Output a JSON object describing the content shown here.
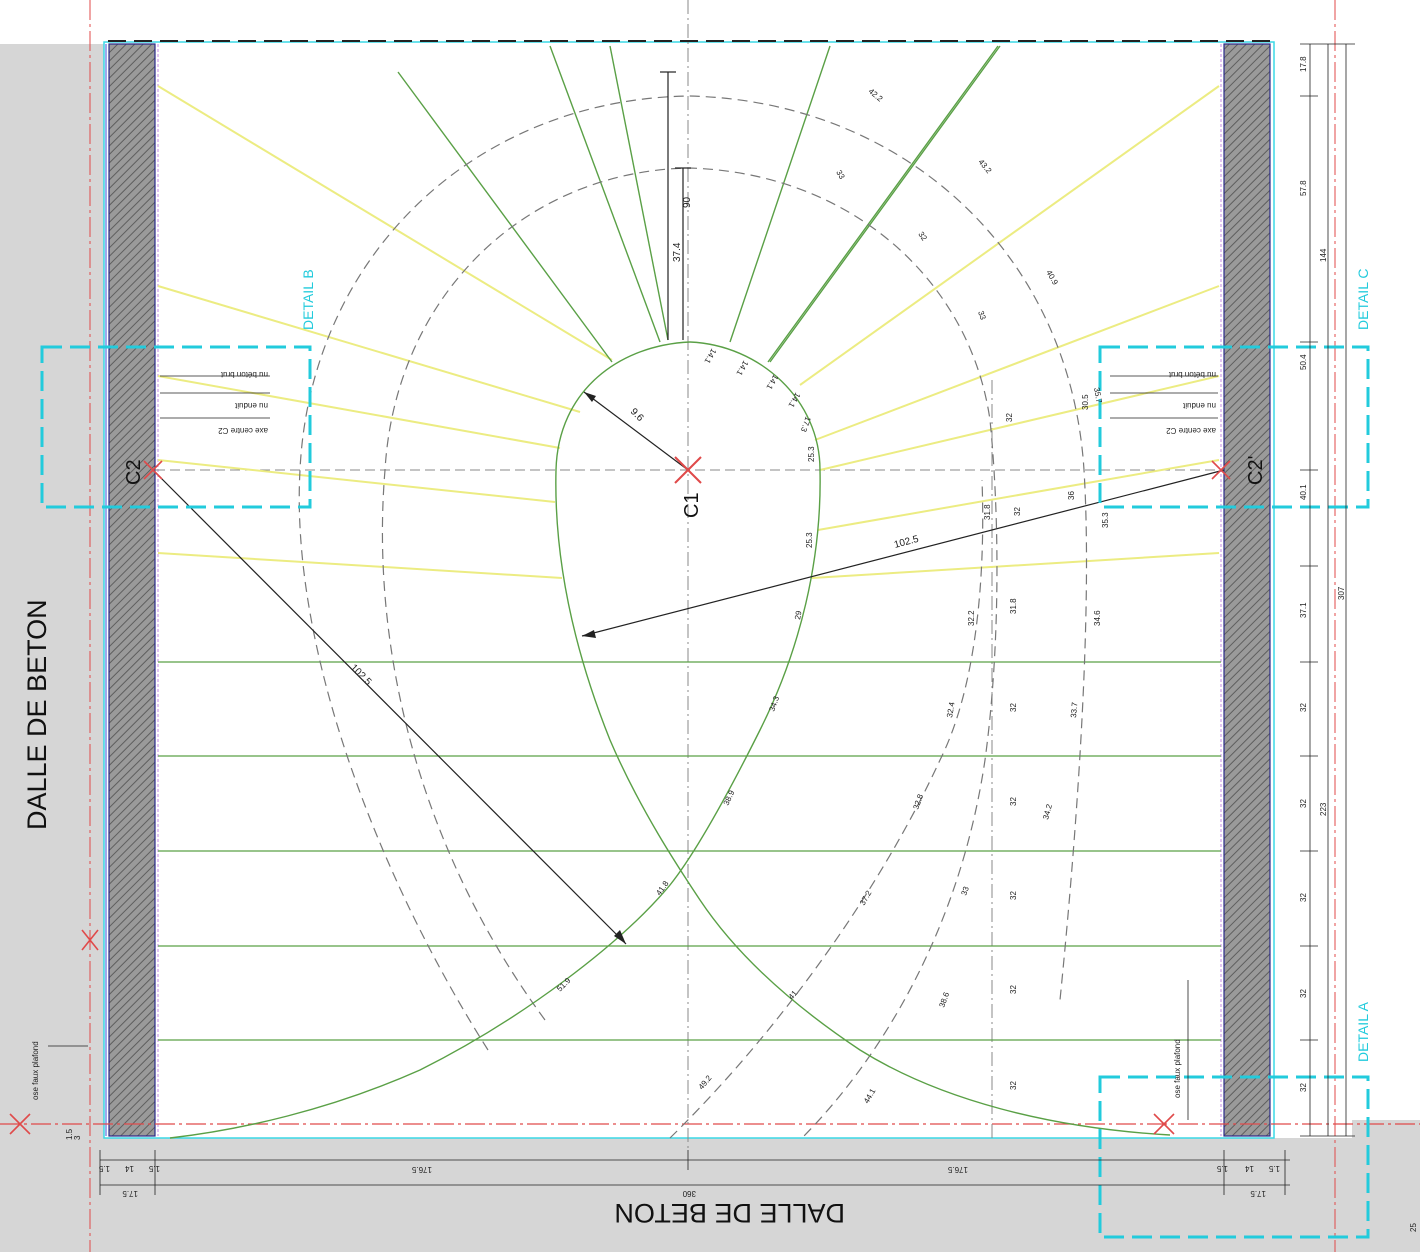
{
  "labels": {
    "slab_left": "DALLE DE BETON",
    "slab_bottom": "DALLE DE BETON",
    "center_c1": "C1",
    "center_c2_left": "C2",
    "center_c2_right": "C2'",
    "detail_a": "DETAIL A",
    "detail_b": "DETAIL B",
    "detail_c": "DETAIL C",
    "faux_plafond": "ose faux plafond",
    "nu_beton": "nu béton brut",
    "nu_enduit": "nu enduit",
    "axe_centre": "axe centre C2",
    "corner_mark": "25"
  },
  "dimensions": {
    "top_radius": "90",
    "top_offset": "37.4",
    "c1_radius": "9.6",
    "c2_radius": "102.5",
    "c2p_radius": "102.5",
    "bottom_overall": "360",
    "bottom_left_half": "176.5",
    "bottom_right_half": "176.5",
    "bottom_left_side": "17.5",
    "bottom_right_side": "17.5",
    "bottom_left_parts": [
      "1.5",
      "14",
      "1.5"
    ],
    "bottom_right_parts": [
      "1.5",
      "14",
      "1.5"
    ],
    "right_overall": "307",
    "right_sub_144": "144",
    "right_sub_223": "223",
    "right_chain": [
      "17.8",
      "57.8",
      "50.4",
      "40.1",
      "37.1",
      "32",
      "32",
      "32",
      "32",
      "32"
    ],
    "inner_tread_widths": [
      "14.1",
      "14.1",
      "14.1",
      "14.1",
      "17.3",
      "25.3",
      "25.3",
      "29",
      "34.3",
      "38.9",
      "41.8",
      "51.9"
    ],
    "middle_arc_widths": [
      "42.2",
      "33",
      "32",
      "30.5",
      "32.2",
      "32.4",
      "32.8",
      "37.2",
      "41",
      "49.2",
      "44.1",
      "38.6"
    ],
    "outer_tread_widths": [
      "43.2",
      "33",
      "32",
      "32",
      "31.8",
      "31.8",
      "32",
      "32",
      "32",
      "32",
      "32",
      "33"
    ],
    "outer_arc_widths": [
      "40.9",
      "35.7",
      "35.3",
      "34.6",
      "33.7",
      "34.2",
      "36"
    ],
    "left_small": [
      "1.5",
      "3"
    ]
  }
}
